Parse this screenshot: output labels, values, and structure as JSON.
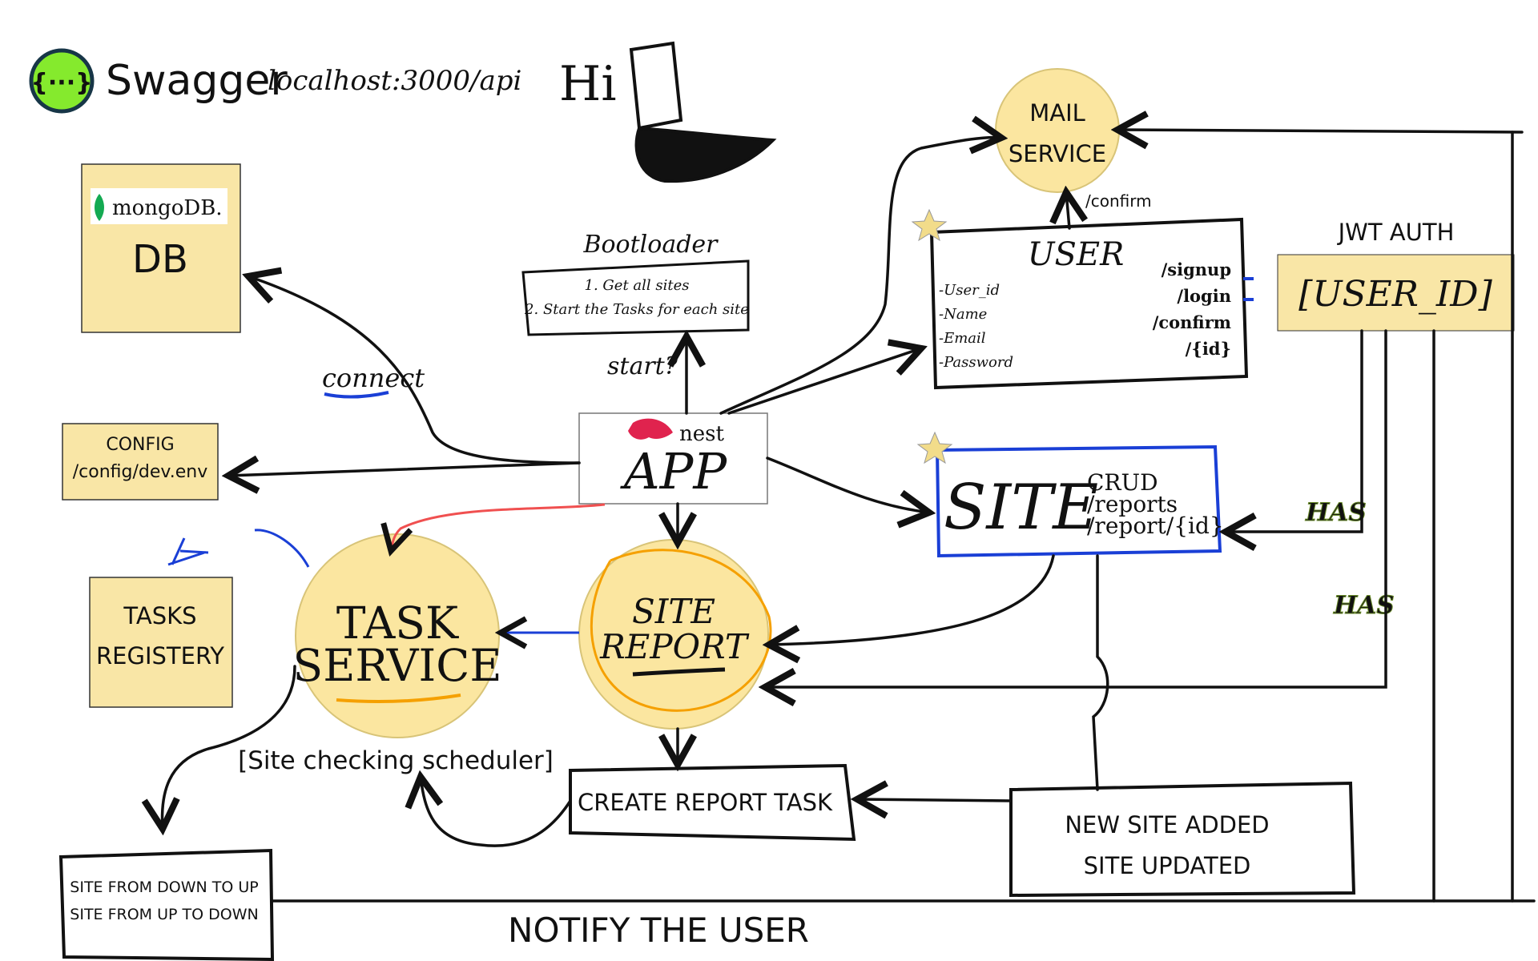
{
  "swagger": {
    "brand": "Swagger",
    "url": "localhost:3000/api"
  },
  "hi": "Hi",
  "db": {
    "brand": "mongoDB.",
    "label": "DB"
  },
  "config": {
    "line1": "CONFIG",
    "line2": "/config/dev.env"
  },
  "connect": "connect",
  "tasks_registry": {
    "line1": "TASKS",
    "line2": "REGISTERY"
  },
  "bootloader": {
    "title": "Bootloader",
    "steps": [
      "1. Get all sites",
      "2. Start the Tasks for each site"
    ]
  },
  "start": "start?",
  "app": {
    "brand": "nest",
    "label": "APP"
  },
  "mail_service": {
    "line1": "MAIL",
    "line2": "SERVICE",
    "confirm": "/confirm"
  },
  "user": {
    "title": "USER",
    "fields": [
      "-User_id",
      "-Name",
      "-Email",
      "-Password"
    ],
    "routes": [
      "/signup",
      "/login",
      "/confirm",
      "/{id}"
    ]
  },
  "jwt": {
    "title": "JWT AUTH",
    "label": "[USER_ID]"
  },
  "site": {
    "title": "SITE",
    "crud": "CRUD",
    "routes": [
      "/reports",
      "/report/{id}"
    ]
  },
  "has": [
    "HAS",
    "HAS"
  ],
  "task_service": {
    "line1": "TASK",
    "line2": "SERVICE",
    "caption": "[Site checking scheduler]"
  },
  "site_report": {
    "line1": "SITE",
    "line2": "REPORT"
  },
  "create_report_task": "CREATE REPORT TASK",
  "new_site": {
    "line1": "NEW SITE ADDED",
    "line2": "SITE UPDATED"
  },
  "site_status": {
    "line1": "SITE FROM DOWN TO UP",
    "line2": "SITE FROM UP TO DOWN"
  },
  "notify": "NOTIFY THE USER",
  "colors": {
    "sticky": "#f9e6a6",
    "circle": "#fbe6a0",
    "circle_stroke": "#d8c478",
    "swagger_green": "#85ea2d",
    "swagger_text": "#173647",
    "nest_red": "#e0234e",
    "accent_red": "#f05050",
    "pink": "#e8307a",
    "blue": "#1a3fd6",
    "orange": "#f5a000",
    "has_green": "#6a8c2a"
  }
}
